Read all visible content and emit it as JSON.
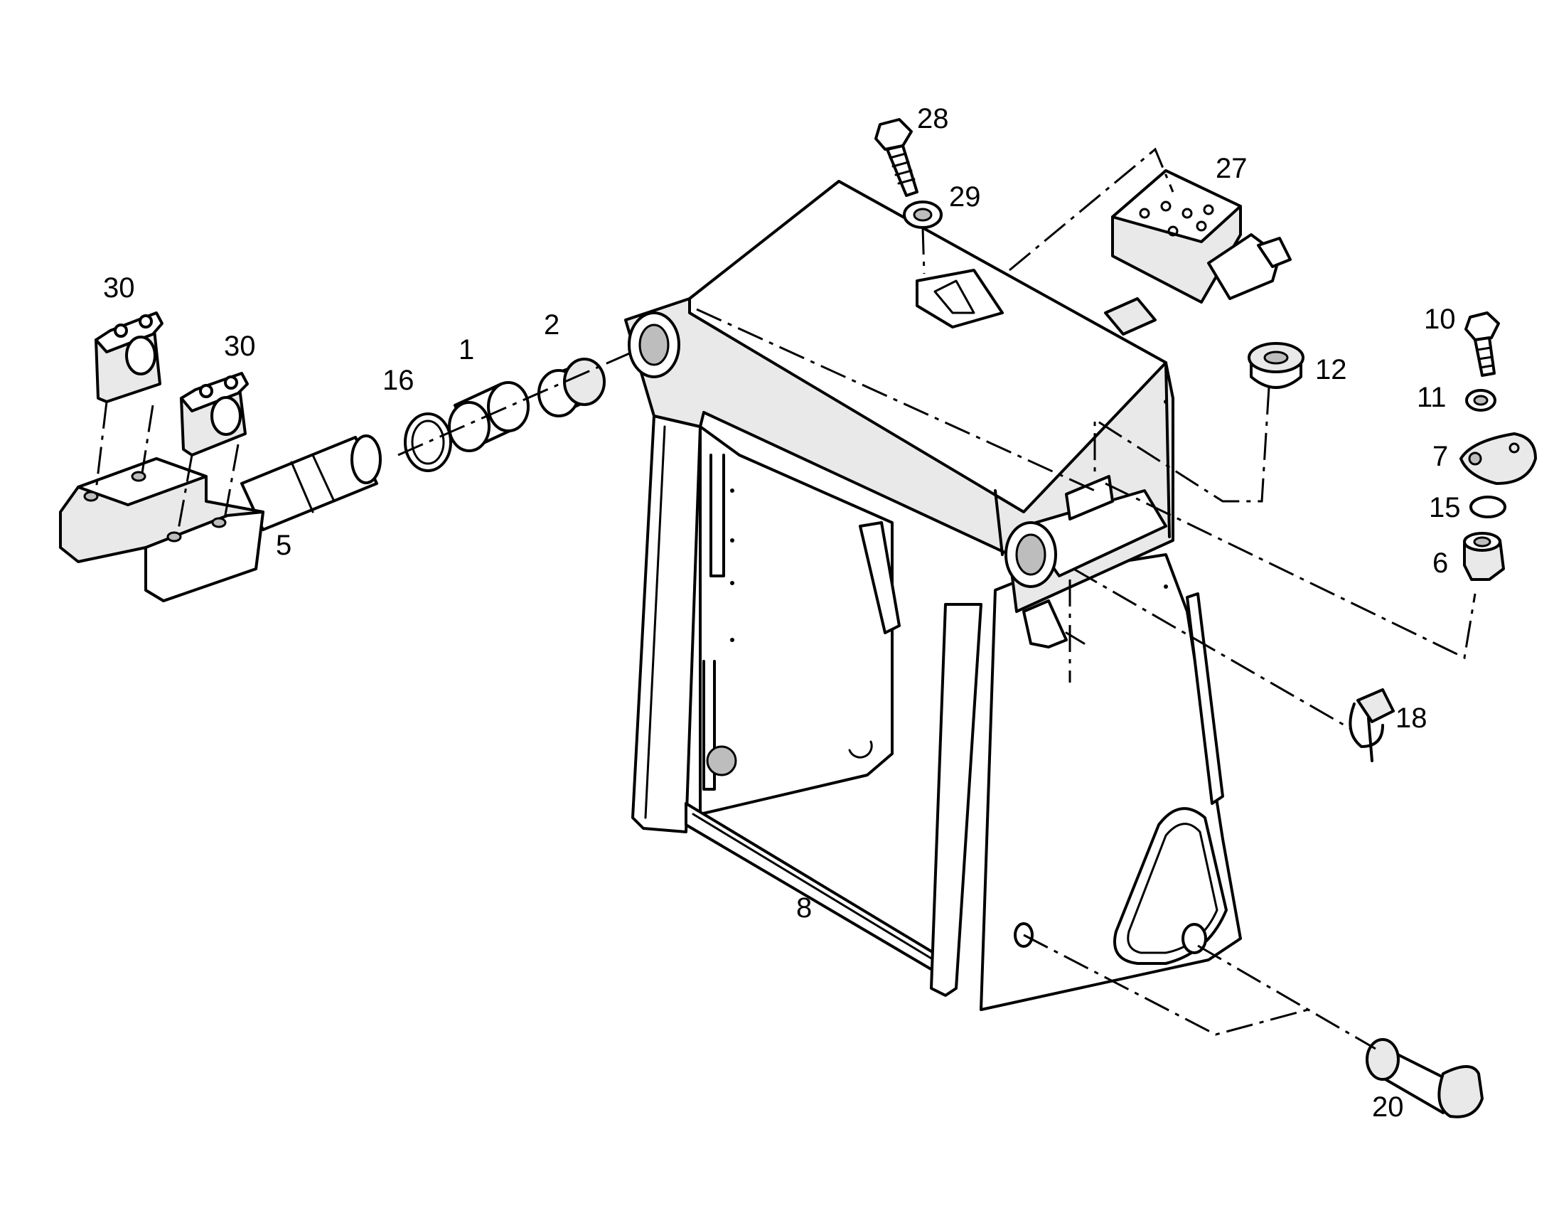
{
  "callouts": {
    "c1": "1",
    "c2": "2",
    "c5": "5",
    "c6": "6",
    "c7": "7",
    "c8": "8",
    "c10": "10",
    "c11": "11",
    "c12": "12",
    "c15": "15",
    "c16": "16",
    "c18": "18",
    "c20": "20",
    "c27": "27",
    "c28": "28",
    "c29": "29",
    "c30a": "30",
    "c30b": "30"
  }
}
